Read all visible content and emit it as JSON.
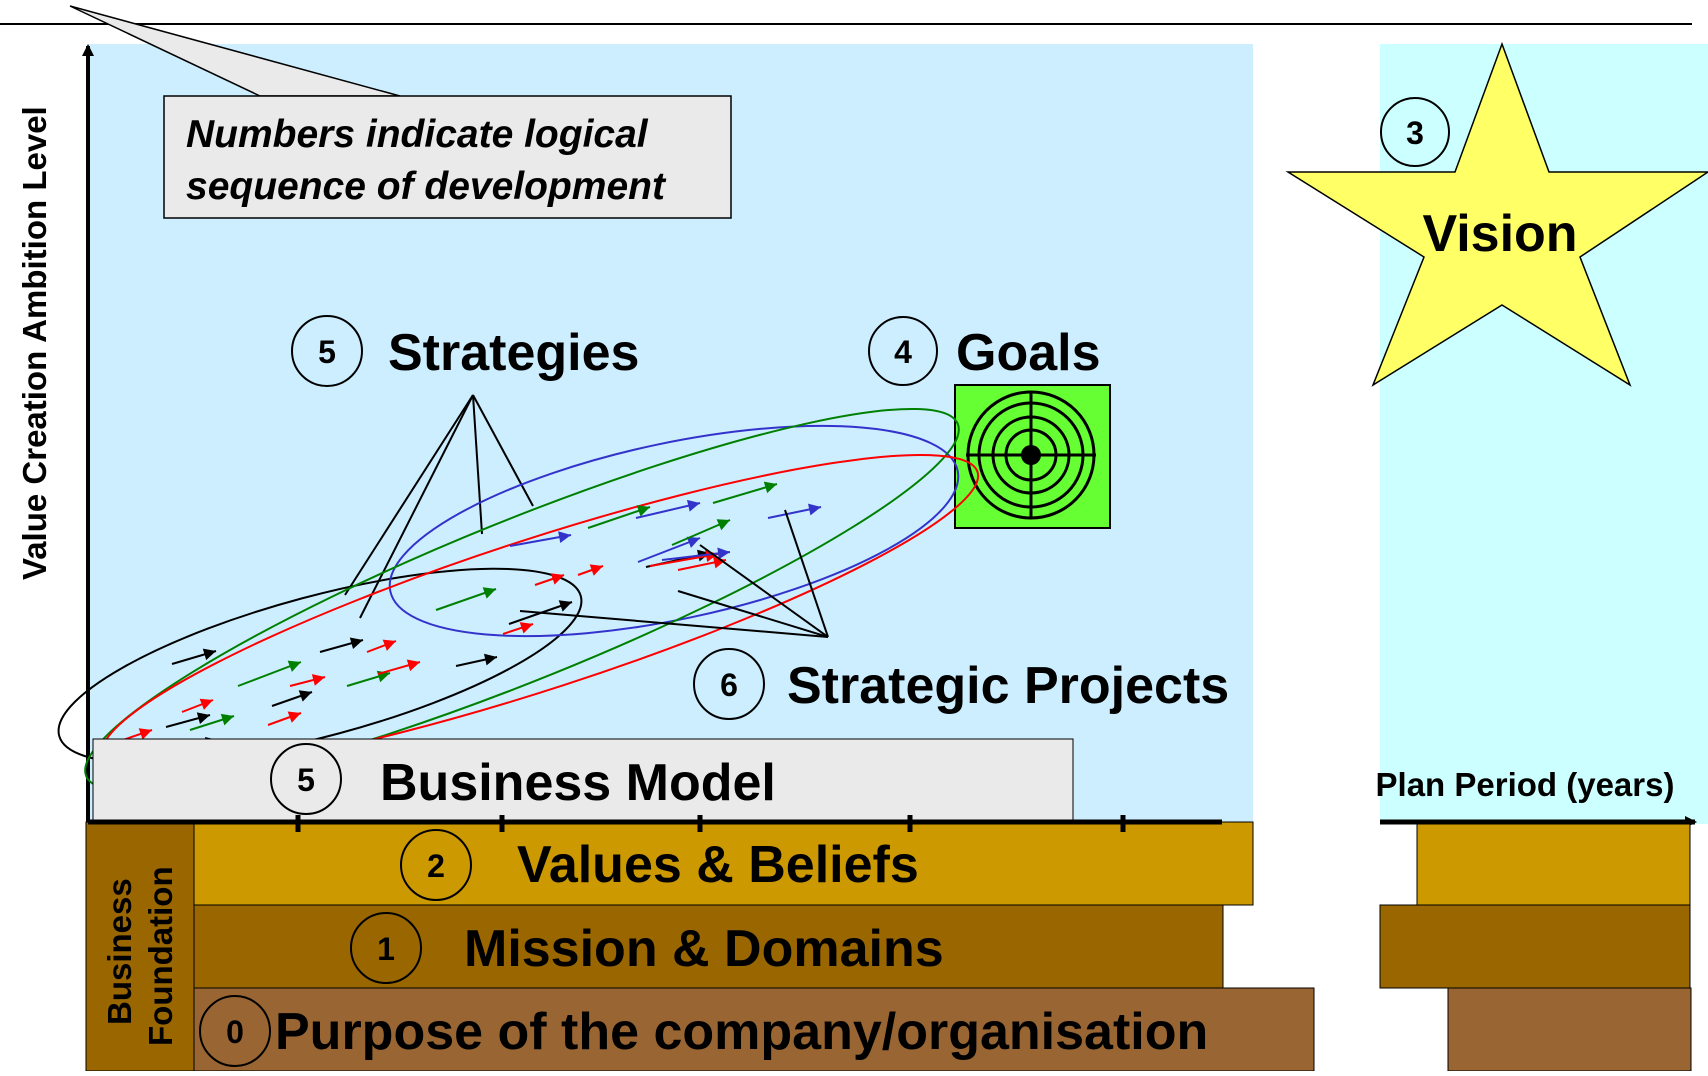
{
  "yAxisLabel": "Value Creation Ambition Level",
  "xAxisLabel": "Plan Period (years)",
  "note": {
    "line1": "Numbers indicate logical",
    "line2": "sequence of development"
  },
  "vision": {
    "number": "3",
    "label": "Vision"
  },
  "goals": {
    "number": "4",
    "label": "Goals"
  },
  "strategies": {
    "number": "5",
    "label": "Strategies"
  },
  "projects": {
    "number": "6",
    "label": "Strategic Projects"
  },
  "businessModel": {
    "number": "5",
    "label": "Business Model"
  },
  "foundationLabel": {
    "line1": "Business",
    "line2": "Foundation"
  },
  "foundation": [
    {
      "number": "2",
      "label": "Values & Beliefs"
    },
    {
      "number": "1",
      "label": "Mission & Domains"
    },
    {
      "number": "0",
      "label": "Purpose of the company/organisation"
    }
  ],
  "colors": {
    "planArea": "#cceeff",
    "visionArea": "#ccffff",
    "star": "#ffff66",
    "target": "#66ff33",
    "values": "#cc9900",
    "mission": "#996600",
    "purpose": "#996633",
    "businessModel": "#eaeaea",
    "strategyRed": "#ff0000",
    "strategyGreen": "#008000",
    "strategyBlue": "#3333cc",
    "strategyBlack": "#000000"
  }
}
